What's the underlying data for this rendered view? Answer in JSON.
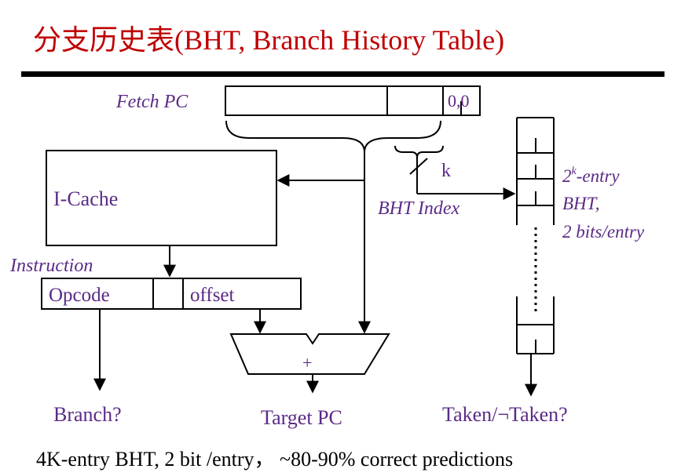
{
  "slide": {
    "title_cn": "分支历史表",
    "title_en": "(BHT, Branch History Table)",
    "footer": "4K-entry BHT, 2 bit /entry， ~80-90% correct predictions"
  },
  "labels": {
    "fetch_pc": "Fetch PC",
    "low_bits": "0,0",
    "k": "k",
    "bht_index": "BHT Index",
    "icache": "I-Cache",
    "instruction": "Instruction",
    "opcode": "Opcode",
    "offset": "offset",
    "adder": "+",
    "branch_q": "Branch?",
    "target_pc": "Target PC",
    "taken_q": "Taken/¬Taken?",
    "bht_entry_count_base": "2",
    "bht_entry_count_exp": "k",
    "bht_entry_suffix": "-entry",
    "bht_name": "BHT,",
    "bht_bits": "2 bits/entry"
  },
  "colors": {
    "title": "#c00000",
    "accent_purple": "#5b2a86",
    "ink": "#000000"
  }
}
